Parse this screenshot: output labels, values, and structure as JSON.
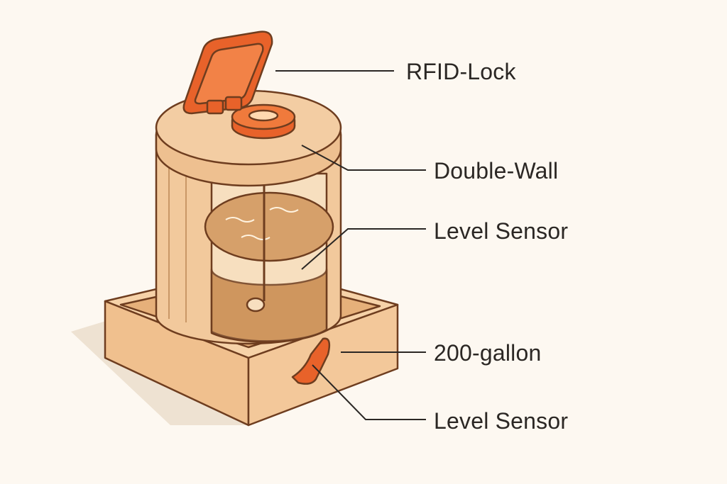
{
  "diagram": {
    "subject": "tank",
    "callouts": [
      {
        "label": "RFID-Lock"
      },
      {
        "label": "Double-Wall"
      },
      {
        "label": "Level Sensor"
      },
      {
        "label": "200-gallon"
      },
      {
        "label": "Level Sensor"
      }
    ]
  },
  "colors": {
    "background": "#fdf8f1",
    "body": "#f2c99c",
    "outline": "#6e3d1f",
    "accent": "#e8622a",
    "liquid": "#c98a4e",
    "leader": "#2b2724"
  }
}
